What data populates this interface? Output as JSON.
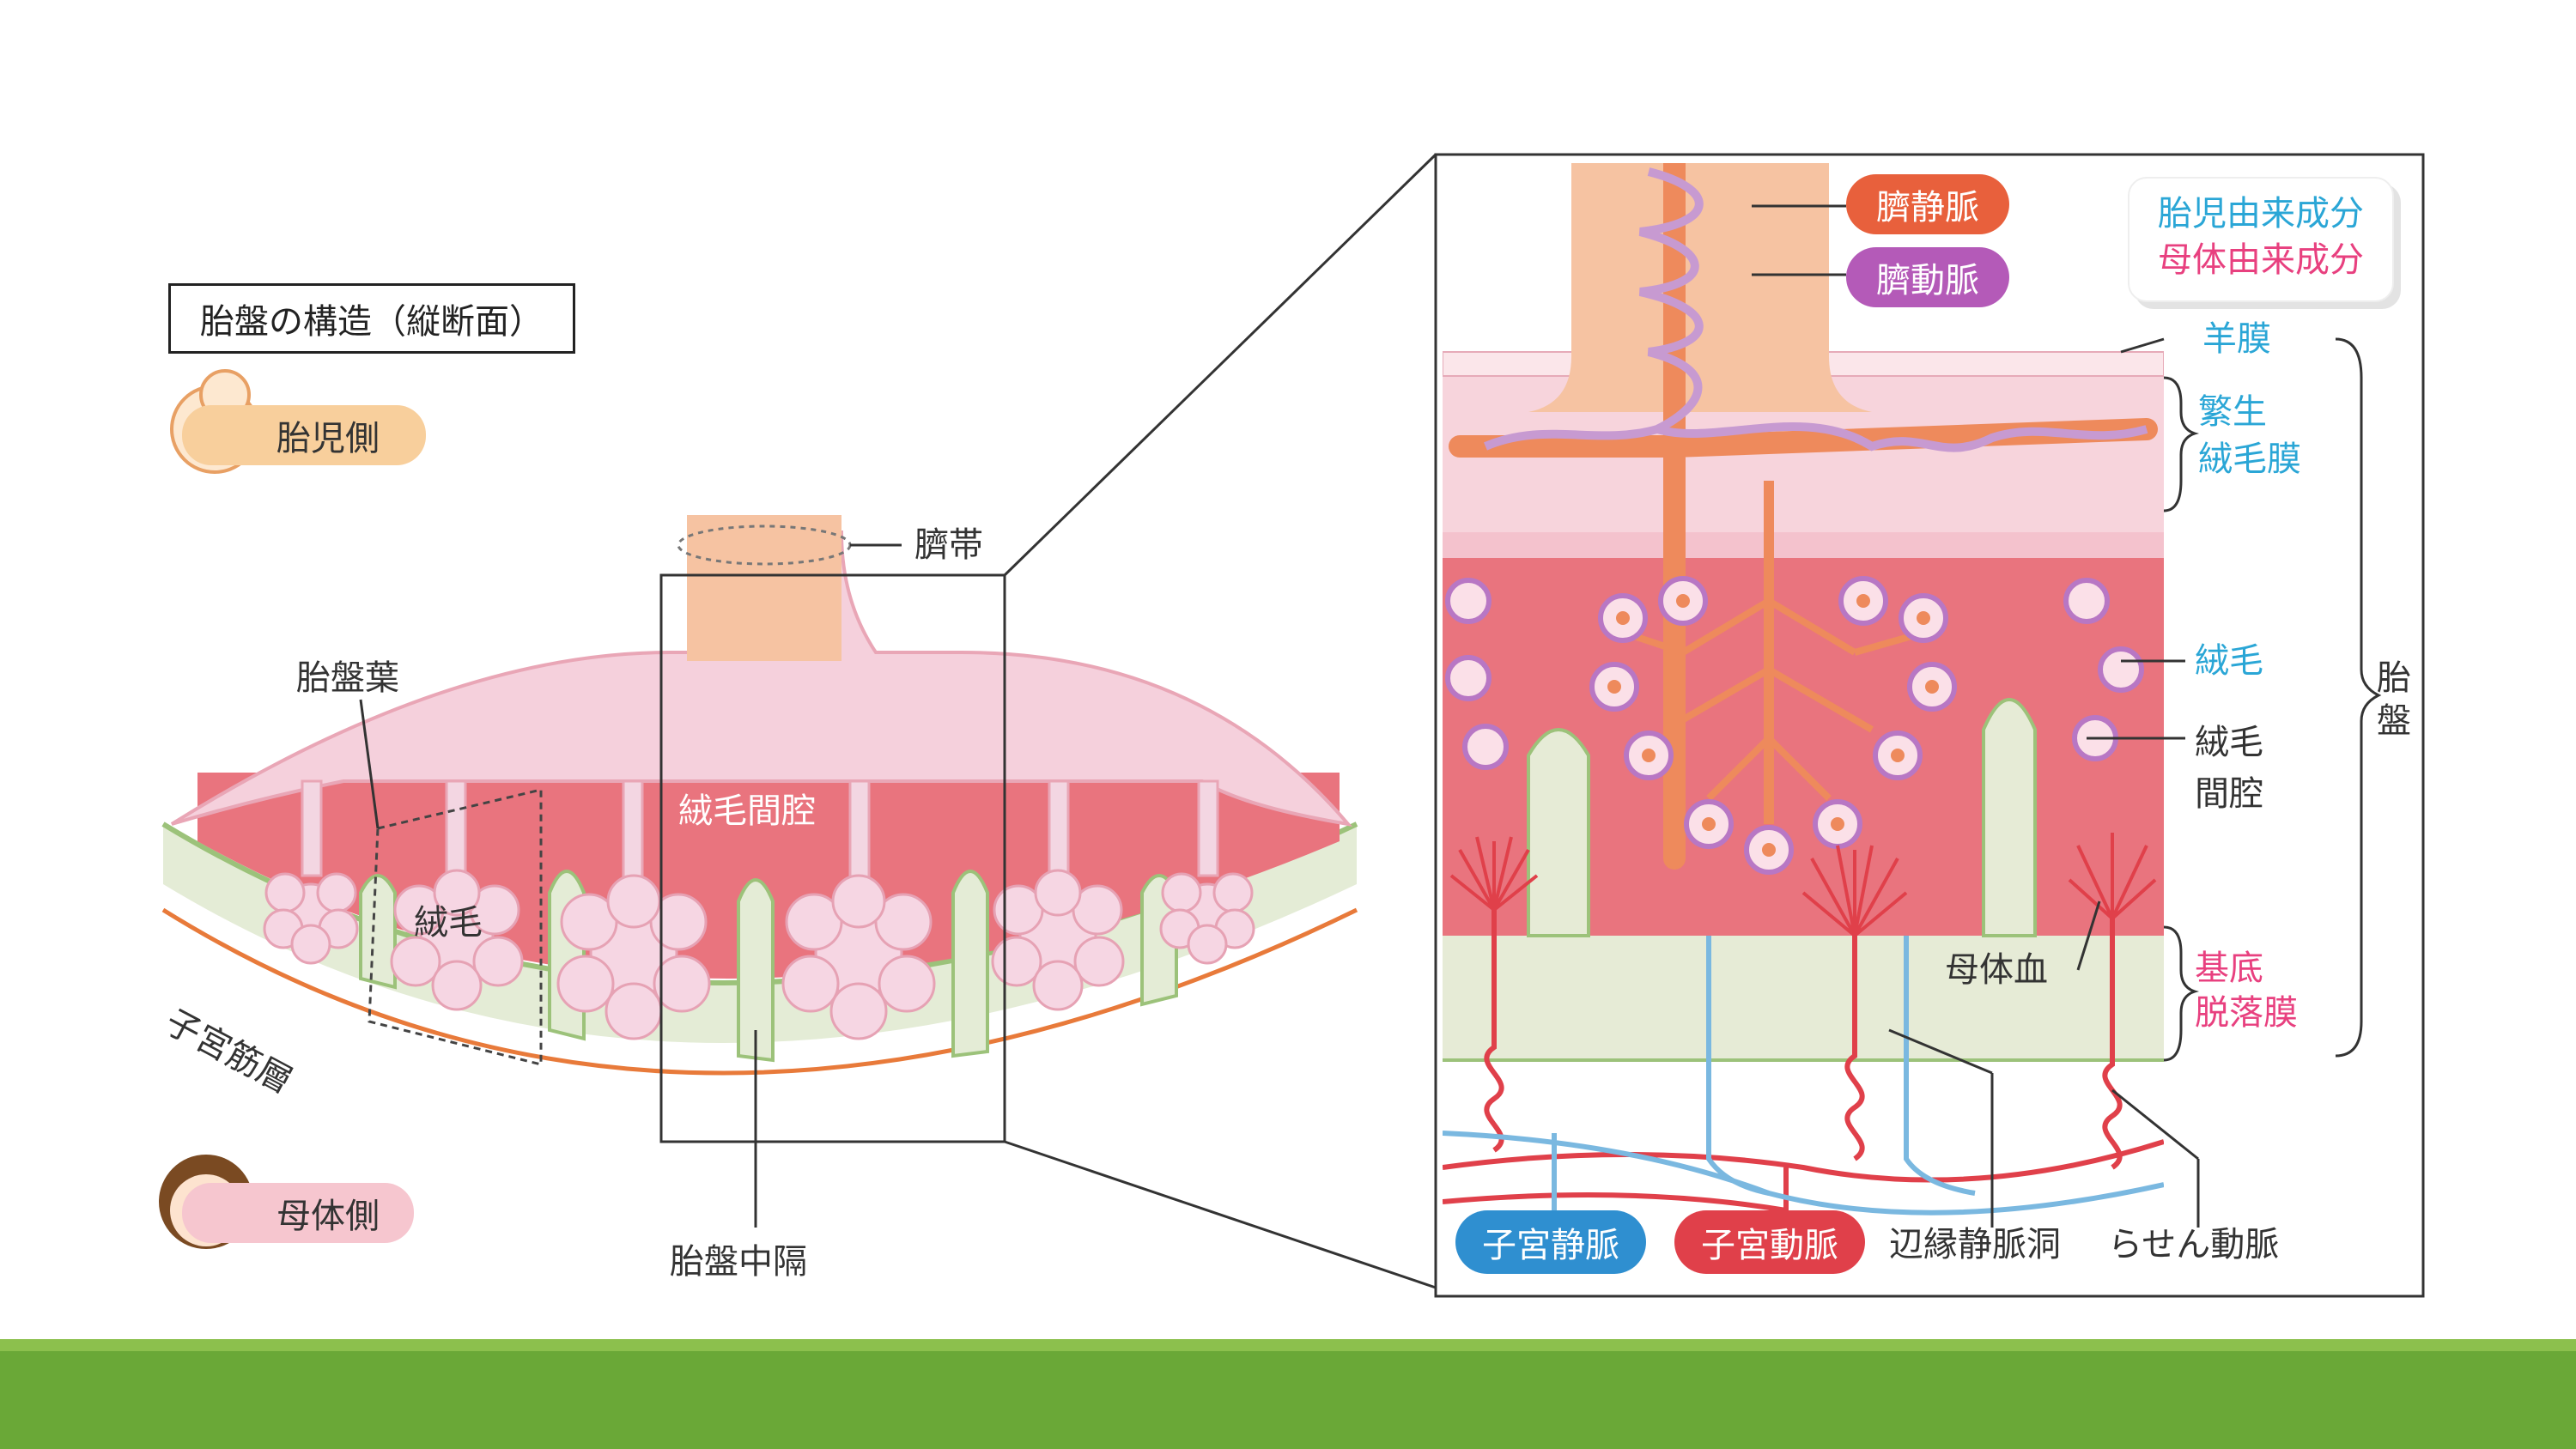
{
  "title": "胎盤の構造（縦断面）",
  "sides": {
    "fetal": "胎児側",
    "maternal": "母体側"
  },
  "left_labels": {
    "umbilical_cord": "臍帯",
    "cotyledon": "胎盤葉",
    "intervillous_space": "絨毛間腔",
    "villus": "絨毛",
    "myometrium": "子宮筋層",
    "septum": "胎盤中隔"
  },
  "right_labels": {
    "umbilical_vein": "臍静脈",
    "umbilical_artery": "臍動脈",
    "amnion": "羊膜",
    "chorion_frondosum_1": "繁生",
    "chorion_frondosum_2": "絨毛膜",
    "villus": "絨毛",
    "intervillous_1": "絨毛",
    "intervillous_2": "間腔",
    "maternal_blood": "母体血",
    "decidua_1": "基底",
    "decidua_2": "脱落膜",
    "placenta_1": "胎",
    "placenta_2": "盤",
    "uterine_vein": "子宮静脈",
    "uterine_artery": "子宮動脈",
    "marginal_sinus": "辺縁静脈洞",
    "spiral_artery": "らせん動脈"
  },
  "legend": {
    "fetal_origin": "胎児由来成分",
    "maternal_origin": "母体由来成分"
  },
  "colors": {
    "fetal_text": "#2aa6d6",
    "maternal_text": "#e8407f",
    "umbilical_vein": "#e8603c",
    "umbilical_artery": "#b45ab8",
    "uterine_vein": "#2f8fd0",
    "uterine_artery": "#e0404a",
    "footer_band": "#6aa837",
    "fetal_badge": "#f8cf9c",
    "maternal_badge": "#f6c6cf"
  }
}
